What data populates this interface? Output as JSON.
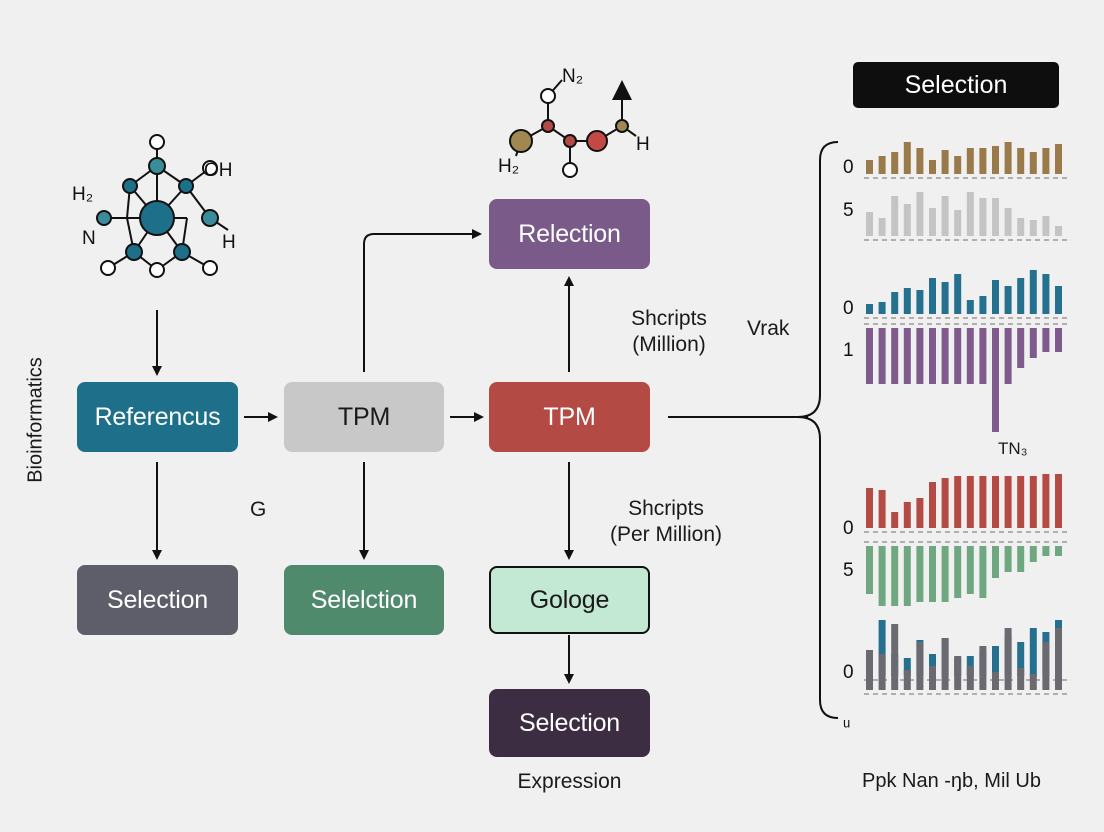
{
  "side_label": "Bioinformatics",
  "nodes": {
    "referencus": {
      "label": "Referencus",
      "bg": "#1e6f8a",
      "fg": "#ffffff"
    },
    "tpm_gray": {
      "label": "TPM",
      "bg": "#c8c8c8",
      "fg": "#1a1a1a"
    },
    "tpm_red": {
      "label": "TPM",
      "bg": "#b44a44",
      "fg": "#ffffff"
    },
    "relection": {
      "label": "Relection",
      "bg": "#7a5a88",
      "fg": "#ffffff"
    },
    "selection_gray": {
      "label": "Selection",
      "bg": "#5e5e6a",
      "fg": "#ffffff"
    },
    "selection_green": {
      "label": "Selelction",
      "bg": "#4f8a6c",
      "fg": "#ffffff"
    },
    "gologe": {
      "label": "Gologe",
      "bg": "#c3e8d3",
      "fg": "#1a1a1a"
    },
    "selection_dark": {
      "label": "Selection",
      "bg": "#3d2d42",
      "fg": "#ffffff"
    }
  },
  "labels": {
    "g": "G",
    "shcripts_1_line1": "Shcripts",
    "shcripts_1_line2": "(Million)",
    "shcripts_2_line1": "Shcripts",
    "shcripts_2_line2": "(Per Million)",
    "vrak": "Vrak",
    "expression": "Expression",
    "tn3": "TN₃"
  },
  "molecule_left": {
    "labels": [
      "H₂",
      "N",
      "OH",
      "H"
    ]
  },
  "molecule_top": {
    "labels": [
      "N₂",
      "H₂",
      "H"
    ]
  },
  "selection_header": "Selection",
  "chart_axis_numbers": [
    "0",
    "5",
    "0",
    "1",
    "0",
    "5",
    "0",
    "ᵤ"
  ],
  "chart_xlabels": "Ppk Nan -ŋb, Mil  Ub",
  "chart_data": [
    {
      "type": "bar",
      "color": "#9a7a4a",
      "direction": "up",
      "values": [
        14,
        18,
        22,
        32,
        26,
        14,
        24,
        18,
        26,
        26,
        28,
        32,
        26,
        22,
        26,
        30
      ]
    },
    {
      "type": "bar",
      "color": "#c4c4c4",
      "direction": "up",
      "values": [
        24,
        18,
        40,
        32,
        44,
        28,
        40,
        26,
        44,
        38,
        38,
        28,
        18,
        16,
        20,
        10
      ]
    },
    {
      "type": "bar",
      "color": "#24708e",
      "direction": "up",
      "values": [
        10,
        12,
        22,
        26,
        24,
        36,
        32,
        40,
        14,
        18,
        34,
        28,
        36,
        44,
        40,
        28
      ]
    },
    {
      "type": "bar",
      "color": "#7f5a8c",
      "direction": "down",
      "values": [
        56,
        56,
        56,
        56,
        56,
        56,
        56,
        56,
        56,
        56,
        104,
        56,
        40,
        30,
        24,
        24
      ]
    },
    {
      "type": "bar",
      "color": "#b44a44",
      "direction": "up",
      "values": [
        40,
        38,
        16,
        26,
        30,
        46,
        50,
        52,
        52,
        52,
        52,
        52,
        52,
        52,
        54,
        54
      ]
    },
    {
      "type": "bar",
      "color": "#6fa880",
      "direction": "down",
      "values": [
        48,
        60,
        60,
        60,
        56,
        56,
        56,
        52,
        48,
        52,
        32,
        26,
        26,
        16,
        10,
        10
      ]
    },
    {
      "type": "bar",
      "color": "#24708e",
      "direction": "up",
      "values": [
        10,
        56,
        22,
        18,
        36,
        22,
        38,
        18,
        20,
        26,
        30,
        40,
        34,
        48,
        44,
        56
      ]
    },
    {
      "type": "bar",
      "color": "#6a6a70",
      "direction": "up",
      "values": [
        40,
        36,
        66,
        20,
        48,
        24,
        52,
        34,
        24,
        44,
        18,
        62,
        22,
        16,
        48,
        62
      ]
    }
  ]
}
